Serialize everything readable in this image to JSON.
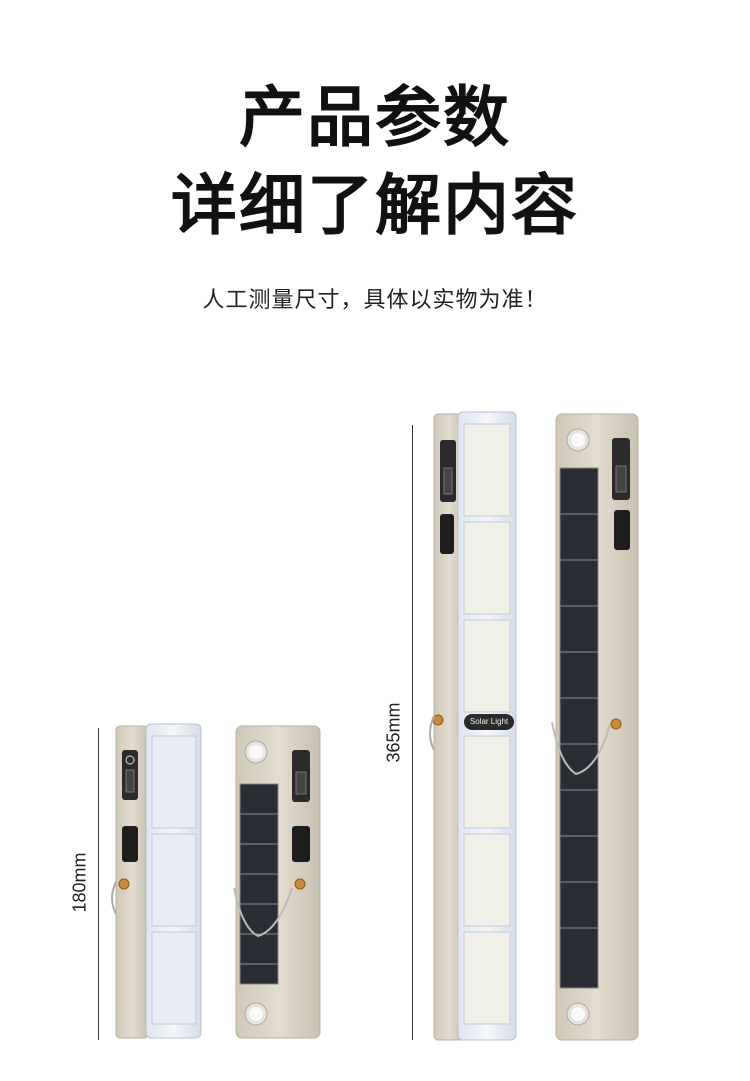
{
  "header": {
    "title_line1": "产品参数",
    "title_line2": "详细了解内容",
    "subtitle": "人工测量尺寸，具体以实物为准！"
  },
  "dimensions": {
    "small_label": "180mm",
    "large_label": "365mm"
  },
  "product": {
    "badge_text": "Solar Light"
  },
  "colors": {
    "body": "#d9d2c4",
    "led_panel": "#e9eef6",
    "solar_panel": "#2a2d33",
    "accent_brass": "#c98a3a"
  }
}
